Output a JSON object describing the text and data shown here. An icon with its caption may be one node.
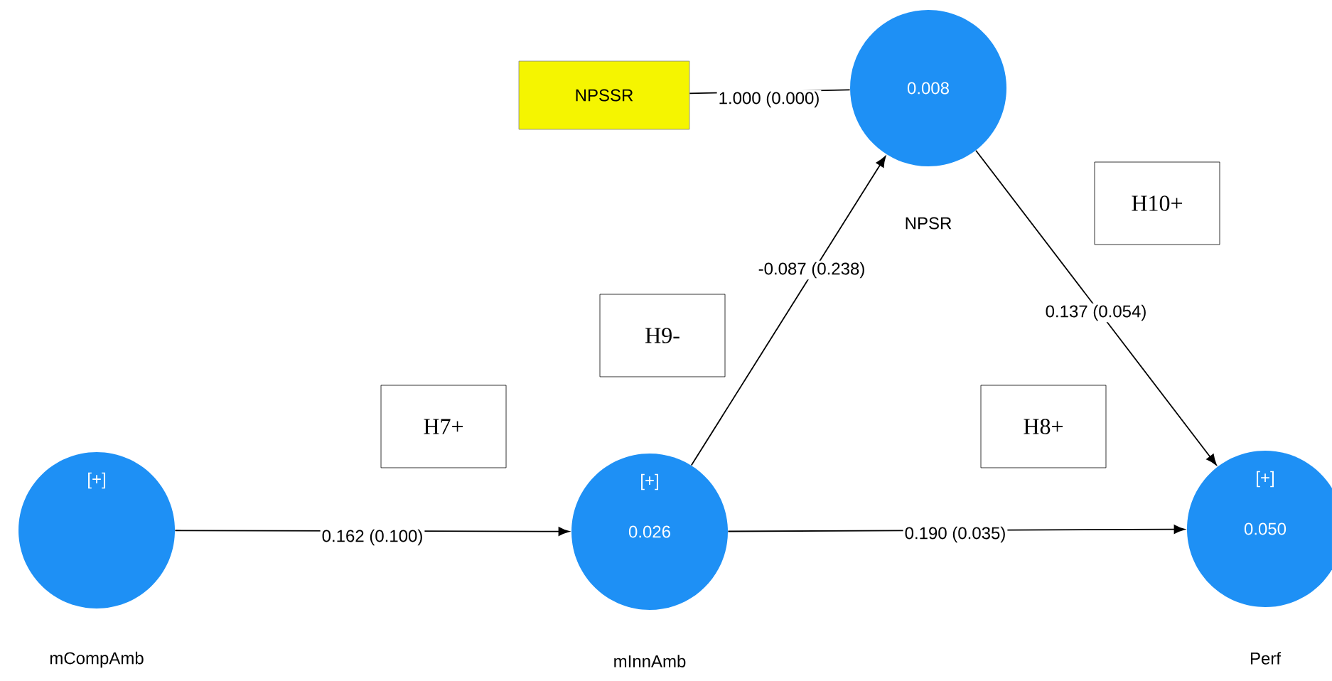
{
  "diagram": {
    "nodes": [
      {
        "text": [
          "NPSSR"
        ]
      },
      {
        "text": [
          "0.008",
          "NPSR"
        ]
      },
      {
        "text": [
          "[+]",
          "mCompAmb"
        ]
      },
      {
        "text": [
          "[+]",
          "0.026",
          "mInnAmb"
        ]
      },
      {
        "text": [
          "[+]",
          "0.050",
          "Perf"
        ]
      },
      {
        "text": [
          "H10+"
        ]
      },
      {
        "text": [
          "H9-"
        ]
      },
      {
        "text": [
          "H7+"
        ]
      },
      {
        "text": [
          "H8+"
        ]
      }
    ],
    "edges": [
      {
        "from": 0,
        "to": 1,
        "arrow": "none",
        "label": "1.000 (0.000)"
      },
      {
        "from": 2,
        "to": 3,
        "arrow": "to",
        "label": "0.162 (0.100)"
      },
      {
        "from": 3,
        "to": 1,
        "arrow": "to",
        "label": "-0.087 (0.238)"
      },
      {
        "from": 1,
        "to": 4,
        "arrow": "to",
        "label": "0.137 (0.054)"
      },
      {
        "from": 3,
        "to": 4,
        "arrow": "to",
        "label": "0.190 (0.035)"
      }
    ]
  }
}
